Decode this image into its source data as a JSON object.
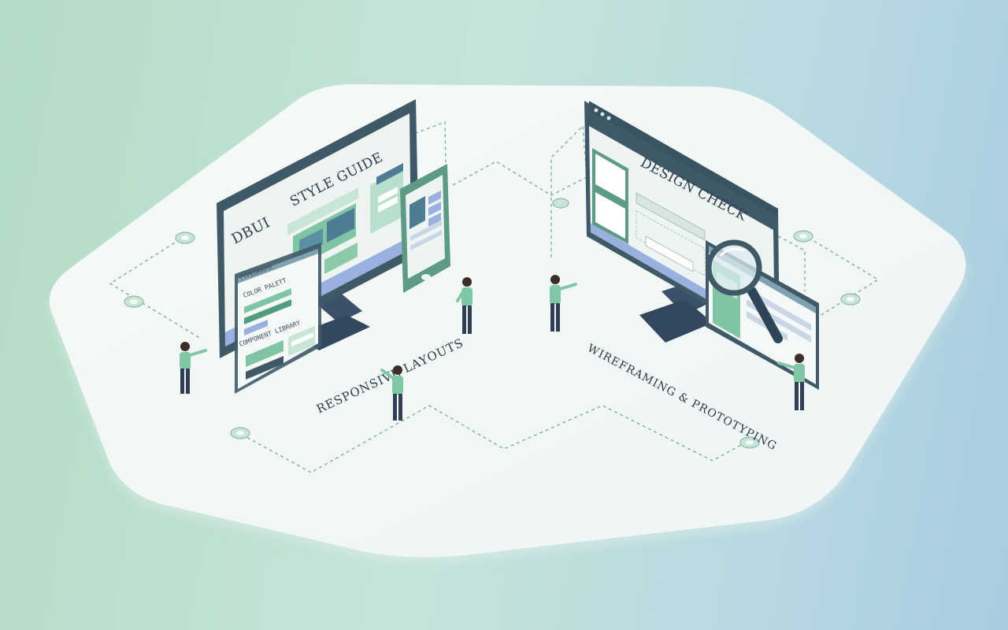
{
  "illustration": {
    "labels": {
      "logo": "DBUI",
      "style_guide": "STYLE GUIDE",
      "design_check": "DESIGN CHECK",
      "typography": "TYPEGRAPH",
      "color_palette": "COLOR PALETT",
      "component_library": "COMPONENT LIBRARY",
      "responsive_layouts": "RESPONSIVE LAYOUTS",
      "wireframing": "WIREFRAMING & PROTOTYPING"
    },
    "colors": {
      "platform": "#f2f7f6",
      "frame_dark": "#3f5a66",
      "accent_green": "#7fc4a4",
      "accent_green_dark": "#4f9c7f",
      "accent_blue": "#9ab0de",
      "screen_bg": "#eef4f2",
      "figure_shirt": "#7fc7a6",
      "figure_pants": "#2f3e55"
    }
  }
}
